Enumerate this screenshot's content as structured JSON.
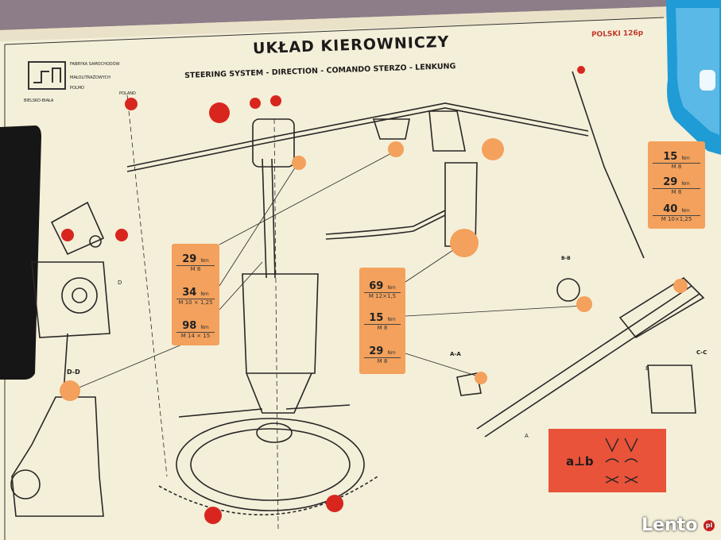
{
  "poster": {
    "title": "UKŁAD KIEROWNICZY",
    "subtitle": "STEERING SYSTEM - DIRECTION - COMANDO STERZO - LENKUNG",
    "brand": "POLSKI 126p",
    "maker_lines": [
      "FABRYKA SAMOCHODÓW",
      "MAŁOLITRAŻOWYCH",
      "POLMO",
      "BIELSKO-BIAŁA"
    ],
    "country": "POLAND"
  },
  "torque_left": [
    {
      "value": "29",
      "unit": "Nm",
      "spec": "M 8"
    },
    {
      "value": "34",
      "unit": "Nm",
      "spec": "M 10 × 1,25"
    },
    {
      "value": "98",
      "unit": "Nm",
      "spec": "M 14 × 15"
    }
  ],
  "torque_center": [
    {
      "value": "69",
      "unit": "Nm",
      "spec": "M 12×1,5"
    },
    {
      "value": "15",
      "unit": "Nm",
      "spec": "M 8"
    },
    {
      "value": "29",
      "unit": "Nm",
      "spec": "M 8"
    }
  ],
  "torque_right": [
    {
      "value": "15",
      "unit": "Nm",
      "spec": "M 8"
    },
    {
      "value": "29",
      "unit": "Nm",
      "spec": "M 8"
    },
    {
      "value": "40",
      "unit": "Nm",
      "spec": "M 10×1,25"
    }
  ],
  "section_labels": {
    "dd": "D-D",
    "aa": "A-A",
    "bb": "B-B",
    "cc": "C-C",
    "a": "A",
    "b": "B",
    "d": "D"
  },
  "legend": {
    "label": "a⊥b"
  },
  "watermark": {
    "text": "Lento",
    "suffix": "pl"
  },
  "colors": {
    "poster": "#f4efd9",
    "orange": "#f3a15c",
    "red": "#d8261f",
    "legend": "#e8533a",
    "ink": "#2a2626"
  }
}
